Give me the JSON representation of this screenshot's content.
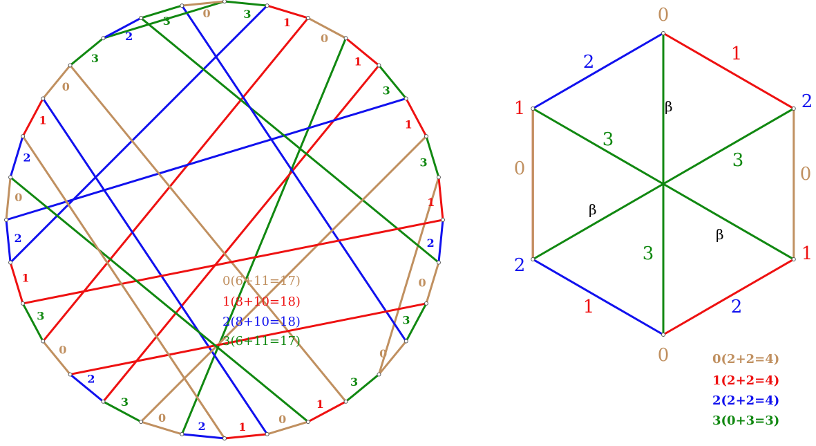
{
  "colors": {
    "c0": "#c09060",
    "c1": "#ee1111",
    "c2": "#1111ee",
    "c3": "#118811"
  },
  "left": {
    "boundary": [
      {
        "c": 3,
        "l": "3"
      },
      {
        "c": 1,
        "l": "1"
      },
      {
        "c": 0,
        "l": "0"
      },
      {
        "c": 1,
        "l": "1"
      },
      {
        "c": 3,
        "l": "3"
      },
      {
        "c": 1,
        "l": "1"
      },
      {
        "c": 3,
        "l": "3"
      },
      {
        "c": 1,
        "l": "1"
      },
      {
        "c": 2,
        "l": "2"
      },
      {
        "c": 0,
        "l": "0"
      },
      {
        "c": 3,
        "l": "3"
      },
      {
        "c": 0,
        "l": "0"
      },
      {
        "c": 3,
        "l": "3"
      },
      {
        "c": 1,
        "l": "1"
      },
      {
        "c": 0,
        "l": "0"
      },
      {
        "c": 1,
        "l": "1"
      },
      {
        "c": 2,
        "l": "2"
      },
      {
        "c": 0,
        "l": "0"
      },
      {
        "c": 3,
        "l": "3"
      },
      {
        "c": 2,
        "l": "2"
      },
      {
        "c": 0,
        "l": "0"
      },
      {
        "c": 3,
        "l": "3"
      },
      {
        "c": 1,
        "l": "1"
      },
      {
        "c": 2,
        "l": "2"
      },
      {
        "c": 0,
        "l": "0"
      },
      {
        "c": 2,
        "l": "2"
      },
      {
        "c": 1,
        "l": "1"
      },
      {
        "c": 0,
        "l": "0"
      },
      {
        "c": 3,
        "l": "3"
      },
      {
        "c": 2,
        "l": "2"
      },
      {
        "c": 3,
        "l": "3"
      },
      {
        "c": 0,
        "l": "0"
      }
    ],
    "chords": [
      {
        "a": 1,
        "b": 23,
        "c": 2
      },
      {
        "a": 2,
        "b": 21,
        "c": 1
      },
      {
        "a": 3,
        "b": 17,
        "c": 3
      },
      {
        "a": 4,
        "b": 19,
        "c": 1
      },
      {
        "a": 5,
        "b": 24,
        "c": 2
      },
      {
        "a": 7,
        "b": 12,
        "c": 0
      },
      {
        "a": 9,
        "b": 30,
        "c": 3
      },
      {
        "a": 11,
        "b": 31,
        "c": 2
      },
      {
        "a": 13,
        "b": 28,
        "c": 0
      },
      {
        "a": 15,
        "b": 27,
        "c": 2
      },
      {
        "a": 18,
        "b": 6,
        "c": 0
      },
      {
        "a": 20,
        "b": 10,
        "c": 1
      },
      {
        "a": 22,
        "b": 8,
        "c": 1
      },
      {
        "a": 25,
        "b": 14,
        "c": 3
      },
      {
        "a": 26,
        "b": 16,
        "c": 0
      },
      {
        "a": 29,
        "b": 0,
        "c": 3
      }
    ],
    "legend": [
      {
        "c": 0,
        "text": "0(6+11=17)"
      },
      {
        "c": 1,
        "text": "1(8+10=18)"
      },
      {
        "c": 2,
        "text": "2(8+10=18)"
      },
      {
        "c": 3,
        "text": "3(6+11=17)"
      }
    ]
  },
  "right": {
    "edges": [
      {
        "a": 0,
        "b": 1,
        "c": 1,
        "l": "1"
      },
      {
        "a": 1,
        "b": 2,
        "c": 0,
        "l": "0"
      },
      {
        "a": 2,
        "b": 3,
        "c": 1,
        "l": "1"
      },
      {
        "a": 3,
        "b": 4,
        "c": 2,
        "l": "2"
      },
      {
        "a": 4,
        "b": 5,
        "c": 1,
        "l": "1"
      },
      {
        "a": 5,
        "b": 0,
        "c": 2,
        "l": "2"
      },
      {
        "a": 0,
        "b": 6,
        "c": 3,
        "l": ""
      },
      {
        "a": 1,
        "b": 6,
        "c": 3,
        "l": "3"
      },
      {
        "a": 2,
        "b": 6,
        "c": 3,
        "l": ""
      },
      {
        "a": 3,
        "b": 6,
        "c": 3,
        "l": "3"
      },
      {
        "a": 4,
        "b": 6,
        "c": 3,
        "l": ""
      },
      {
        "a": 5,
        "b": 6,
        "c": 3,
        "l": "3"
      }
    ],
    "vertex_labels": [
      {
        "c": 0,
        "l": "0"
      },
      {
        "c": 2,
        "l": "2"
      },
      {
        "c": 1,
        "l": "1"
      },
      {
        "c": 0,
        "l": "0"
      },
      {
        "c": 2,
        "l": "2"
      },
      {
        "c": 1,
        "l": "1"
      }
    ],
    "beta": [
      "β",
      "β",
      "β"
    ],
    "legend": [
      {
        "c": 0,
        "text": "0(2+2=4)"
      },
      {
        "c": 1,
        "text": "1(2+2=4)"
      },
      {
        "c": 2,
        "text": "2(2+2=4)"
      },
      {
        "c": 3,
        "text": "3(0+3=3)"
      }
    ],
    "hex_side_fix": {
      "c": 0,
      "l": "0"
    }
  }
}
